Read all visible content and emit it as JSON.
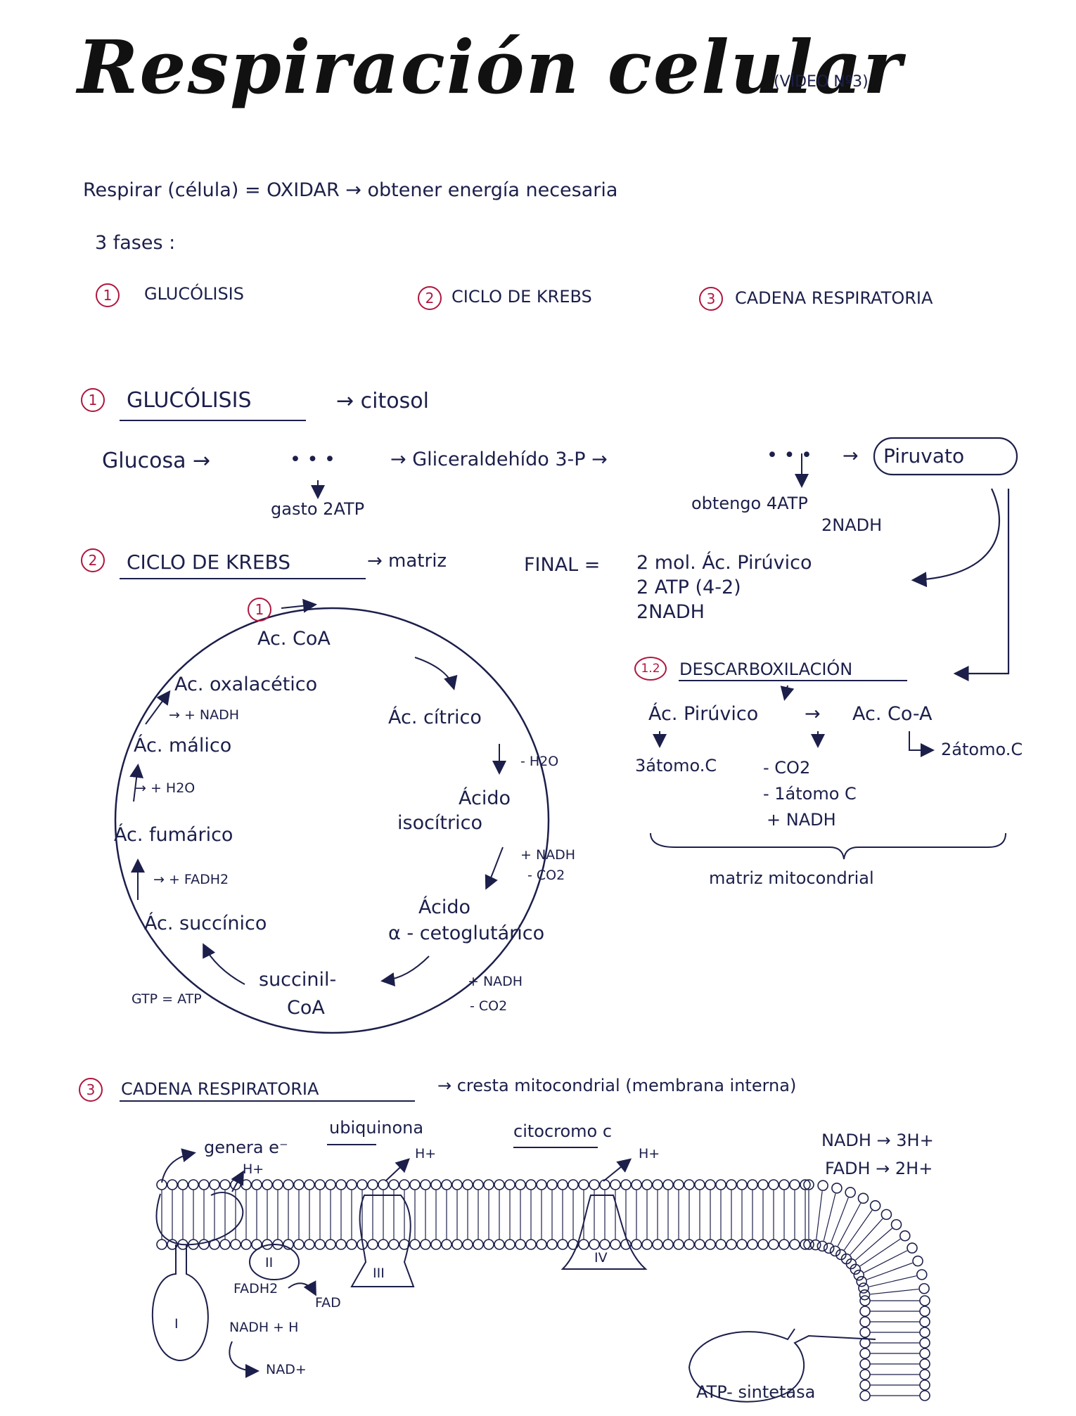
{
  "header": {
    "title": "Respiración celular",
    "video_note": "(VÍDEO Nº3)"
  },
  "intro": {
    "definition": "Respirar (célula) = OXIDAR → obtener energía necesaria",
    "phases_label": "3 fases :",
    "phases": [
      {
        "num": "1",
        "label": "GLUCÓLISIS"
      },
      {
        "num": "2",
        "label": "CICLO DE KREBS"
      },
      {
        "num": "3",
        "label": "CADENA RESPIRATORIA"
      }
    ]
  },
  "glucolisis": {
    "num": "1",
    "title": "GLUCÓLISIS",
    "location": "→ citosol",
    "glucosa": "Glucosa →",
    "dots1": "• • •",
    "gliceraldehido": "→ Gliceraldehído 3-P →",
    "dots2": "• • •",
    "arrow3": "→",
    "piruvato": "Piruvato",
    "gasto": "gasto 2ATP",
    "obtengo": "obtengo 4ATP",
    "nadh": "2NADH"
  },
  "krebs": {
    "num": "2",
    "title": "CICLO DE KREBS",
    "location": "→ matriz",
    "final_label": "FINAL =",
    "final_lines": [
      "2 mol. Ác. Pirúvico",
      "2 ATP (4-2)",
      "2NADH"
    ],
    "cycle_start": "1",
    "nodes": {
      "acoa": "Ac. CoA",
      "oxalacetico": "Ac. oxalacético",
      "nadh_oxal": "→ + NADH",
      "malico": "Ác. málico",
      "h2o_mal": "→ + H2O",
      "fumarico": "Ác. fumárico",
      "fadh2": "→ + FADH2",
      "succinico": "Ác. succínico",
      "gtp": "GTP = ATP",
      "succinil_1": "succinil-",
      "succinil_2": "CoA",
      "citrico": "Ác. cítrico",
      "h2o_cit": "- H2O",
      "isocitrico_1": "Ácido",
      "isocitrico_2": "isocítrico",
      "nadh_iso": "+ NADH",
      "co2_iso": "- CO2",
      "ceto_1": "Ácido",
      "ceto_2": "α - cetoglutárico",
      "nadh_ceto": "+ NADH",
      "co2_ceto": "- CO2"
    }
  },
  "descarboxilacion": {
    "num": "1.2",
    "title": "DESCARBOXILACIÓN",
    "piruvico": "Ác. Pirúvico",
    "arrow": "→",
    "acoa": "Ac. Co-A",
    "c3": "3átomo.C",
    "c2": "2átomo.C",
    "co2": "- CO2",
    "c1": "- 1átomo C",
    "nadh": "+ NADH",
    "location": "matriz mitocondrial"
  },
  "cadena": {
    "num": "3",
    "title": "CADENA RESPIRATORIA",
    "location": "→ cresta mitocondrial (membrana interna)",
    "genera": "genera e⁻",
    "ubiquinona": "ubiquinona",
    "citocromo": "citocromo c",
    "h1": "H+",
    "h2": "H+",
    "h3": "H+",
    "nadh_h": "NADH → 3H+",
    "fadh_h": "FADH → 2H+",
    "complex": [
      "I",
      "II",
      "III",
      "IV"
    ],
    "fadh2": "FADH2",
    "fad": "FAD",
    "nadh_plus": "NADH + H",
    "nad": "NAD+",
    "atp_sintetasa": "ATP- sintetasa"
  }
}
